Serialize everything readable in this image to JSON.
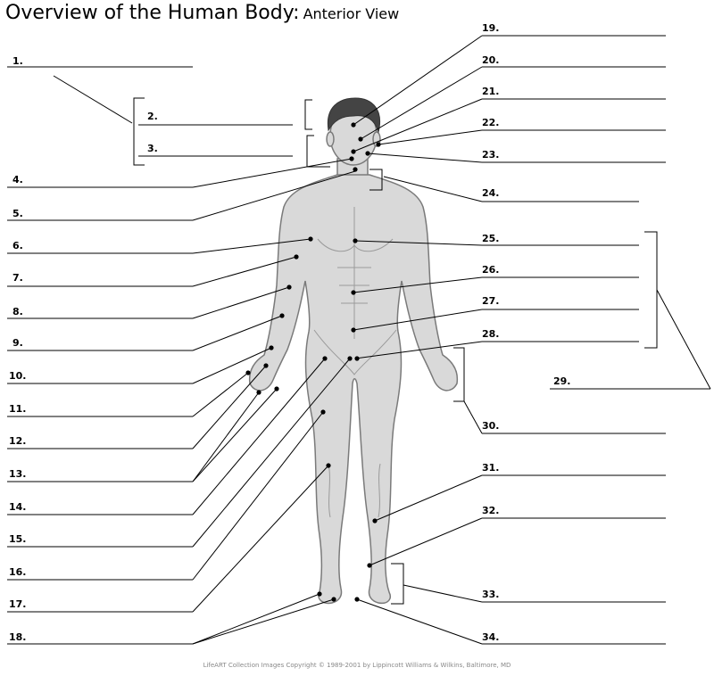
{
  "title": "Overview of the Human Body:",
  "subtitle": "Anterior View",
  "labels": [
    "1.",
    "2.",
    "3.",
    "4.",
    "5.",
    "6.",
    "7.",
    "8.",
    "9.",
    "10.",
    "11.",
    "12.",
    "13.",
    "14.",
    "15.",
    "16.",
    "17.",
    "18.",
    "19.",
    "20.",
    "21.",
    "22.",
    "23.",
    "24.",
    "25.",
    "26.",
    "27.",
    "28.",
    "29.",
    "30.",
    "31.",
    "32.",
    "33.",
    "34."
  ],
  "footer": "LifeART Collection Images Copyright © 1989-2001 by Lippincott Williams & Wilkins, Baltimore, MD",
  "colors": {
    "skin": "#d9d9d9",
    "outline": "#7a7a7a",
    "hair": "#444444",
    "line": "#000000"
  }
}
